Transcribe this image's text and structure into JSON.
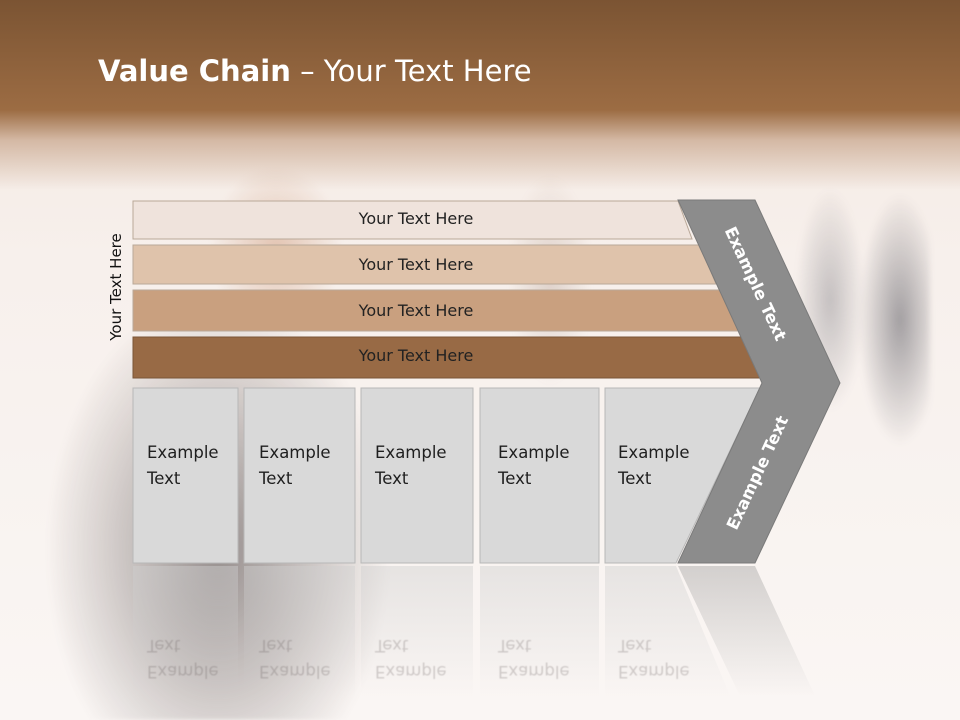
{
  "slide": {
    "title_bold": "Value Chain",
    "title_rest": " – Your Text Here",
    "side_label": "Your Text Here"
  },
  "bars": [
    {
      "label": "Your Text Here",
      "color": "#efe3dc"
    },
    {
      "label": "Your Text Here",
      "color": "#dfc3ab"
    },
    {
      "label": "Your Text Here",
      "color": "#c9a07f"
    },
    {
      "label": "Your Text Here",
      "color": "#986a45"
    }
  ],
  "columns": [
    {
      "line1": "Example",
      "line2": "Text"
    },
    {
      "line1": "Example",
      "line2": "Text"
    },
    {
      "line1": "Example",
      "line2": "Text"
    },
    {
      "line1": "Example",
      "line2": "Text"
    },
    {
      "line1": "Example",
      "line2": "Text"
    }
  ],
  "arrow": {
    "upper_label": "Example Text",
    "lower_label": "Example Text",
    "color": "#8c8c8c"
  },
  "colors": {
    "header": "#9c6c43",
    "column_fill": "#d9d9d9",
    "column_border": "#b8b8b8"
  }
}
